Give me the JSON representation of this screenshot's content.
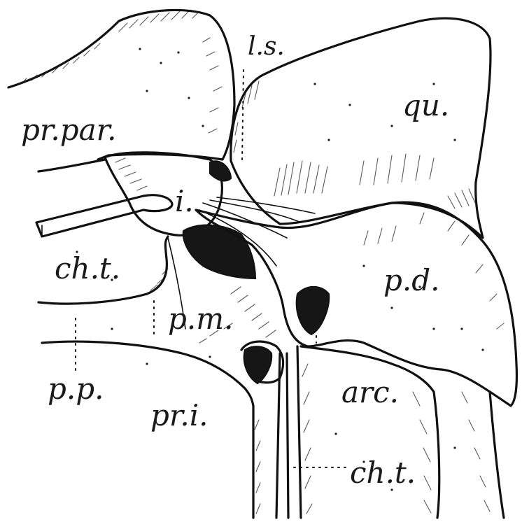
{
  "labels": {
    "pr_par": "pr.par.",
    "ls": "l.s.",
    "qu": "qu.",
    "i": "i.",
    "ch_t_left": "ch.t.",
    "pd": "p.d.",
    "pm": "p.m.",
    "pp": "p.p.",
    "pri": "pr.i.",
    "arc": "arc.",
    "ch_t_bottom": "ch.t."
  },
  "style": {
    "ink": "#111111",
    "paper": "#ffffff"
  }
}
